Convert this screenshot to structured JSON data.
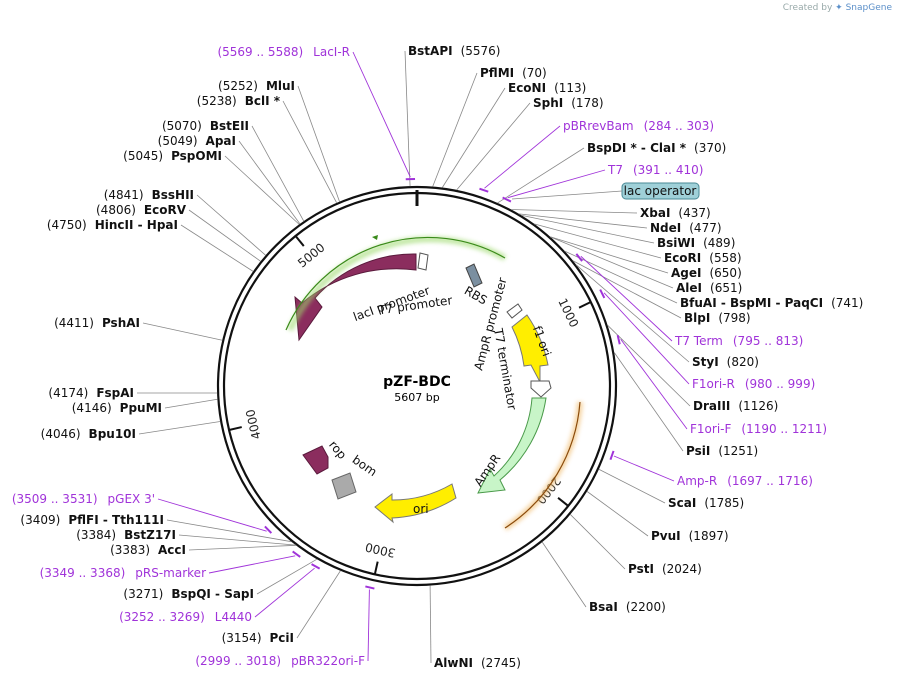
{
  "brand": {
    "created_by": "Created by",
    "name": "SnapGene"
  },
  "plasmid": {
    "name": "pZF-BDC",
    "length_label": "5607 bp",
    "length": 5607
  },
  "ticks": [
    "1000",
    "2000",
    "3000",
    "4000",
    "5000"
  ],
  "features": [
    {
      "name": "lacI",
      "color": "#8b2d5e"
    },
    {
      "name": "lacI promoter",
      "color": "#ffffff"
    },
    {
      "name": "T7 promoter",
      "color": "#ffffff"
    },
    {
      "name": "RBS",
      "color": "#7b8fa0"
    },
    {
      "name": "f1 ori",
      "color": "#ffee00"
    },
    {
      "name": "T7 terminator",
      "color": "#ffffff"
    },
    {
      "name": "AmpR promoter",
      "color": "#ffffff"
    },
    {
      "name": "AmpR",
      "color": "#c8f5c8"
    },
    {
      "name": "ori",
      "color": "#ffee00"
    },
    {
      "name": "bom",
      "color": "#aaaaaa"
    },
    {
      "name": "rop",
      "color": "#8b2d5e"
    },
    {
      "name": "lac operator",
      "color": "#9fd0d8"
    }
  ],
  "enzymes": [
    {
      "name": "BstAPI",
      "pos": "(5576)"
    },
    {
      "name": "PflMI",
      "pos": "(70)"
    },
    {
      "name": "EcoNI",
      "pos": "(113)"
    },
    {
      "name": "SphI",
      "pos": "(178)"
    },
    {
      "name": "BspDI *  -  ClaI *",
      "pos": "(370)"
    },
    {
      "name": "XbaI",
      "pos": "(437)"
    },
    {
      "name": "NdeI",
      "pos": "(477)"
    },
    {
      "name": "BsiWI",
      "pos": "(489)"
    },
    {
      "name": "EcoRI",
      "pos": "(558)"
    },
    {
      "name": "AgeI",
      "pos": "(650)"
    },
    {
      "name": "AleI",
      "pos": "(651)"
    },
    {
      "name": "BfuAI  -  BspMI  -  PaqCI",
      "pos": "(741)"
    },
    {
      "name": "BlpI",
      "pos": "(798)"
    },
    {
      "name": "StyI",
      "pos": "(820)"
    },
    {
      "name": "DraIII",
      "pos": "(1126)"
    },
    {
      "name": "PsiI",
      "pos": "(1251)"
    },
    {
      "name": "ScaI",
      "pos": "(1785)"
    },
    {
      "name": "PvuI",
      "pos": "(1897)"
    },
    {
      "name": "PstI",
      "pos": "(2024)"
    },
    {
      "name": "BsaI",
      "pos": "(2200)"
    },
    {
      "name": "AlwNI",
      "pos": "(2745)"
    },
    {
      "name": "PciI",
      "pos": "(3154)"
    },
    {
      "name": "BspQI  -  SapI",
      "pos": "(3271)"
    },
    {
      "name": "AccI",
      "pos": "(3383)"
    },
    {
      "name": "BstZ17I",
      "pos": "(3384)"
    },
    {
      "name": "PflFI  -  Tth111I",
      "pos": "(3409)"
    },
    {
      "name": "Bpu10I",
      "pos": "(4046)"
    },
    {
      "name": "PpuMI",
      "pos": "(4146)"
    },
    {
      "name": "FspAI",
      "pos": "(4174)"
    },
    {
      "name": "PshAI",
      "pos": "(4411)"
    },
    {
      "name": "HincII  -  HpaI",
      "pos": "(4750)"
    },
    {
      "name": "EcoRV",
      "pos": "(4806)"
    },
    {
      "name": "BssHII",
      "pos": "(4841)"
    },
    {
      "name": "PspOMI",
      "pos": "(5045)"
    },
    {
      "name": "ApaI",
      "pos": "(5049)"
    },
    {
      "name": "BstEII",
      "pos": "(5070)"
    },
    {
      "name": "BclI *",
      "pos": "(5238)"
    },
    {
      "name": "MluI",
      "pos": "(5252)"
    }
  ],
  "primers": [
    {
      "name": "LacI-R",
      "range": "(5569 .. 5588)"
    },
    {
      "name": "pBRrevBam",
      "range": "(284 .. 303)"
    },
    {
      "name": "T7",
      "range": "(391 .. 410)"
    },
    {
      "name": "T7 Term",
      "range": "(795 .. 813)"
    },
    {
      "name": "F1ori-R",
      "range": "(980 .. 999)"
    },
    {
      "name": "F1ori-F",
      "range": "(1190 .. 1211)"
    },
    {
      "name": "Amp-R",
      "range": "(1697 .. 1716)"
    },
    {
      "name": "pBR322ori-F",
      "range": "(2999 .. 3018)"
    },
    {
      "name": "L4440",
      "range": "(3252 .. 3269)"
    },
    {
      "name": "pRS-marker",
      "range": "(3349 .. 3368)"
    },
    {
      "name": "pGEX 3'",
      "range": "(3509 .. 3531)"
    }
  ]
}
